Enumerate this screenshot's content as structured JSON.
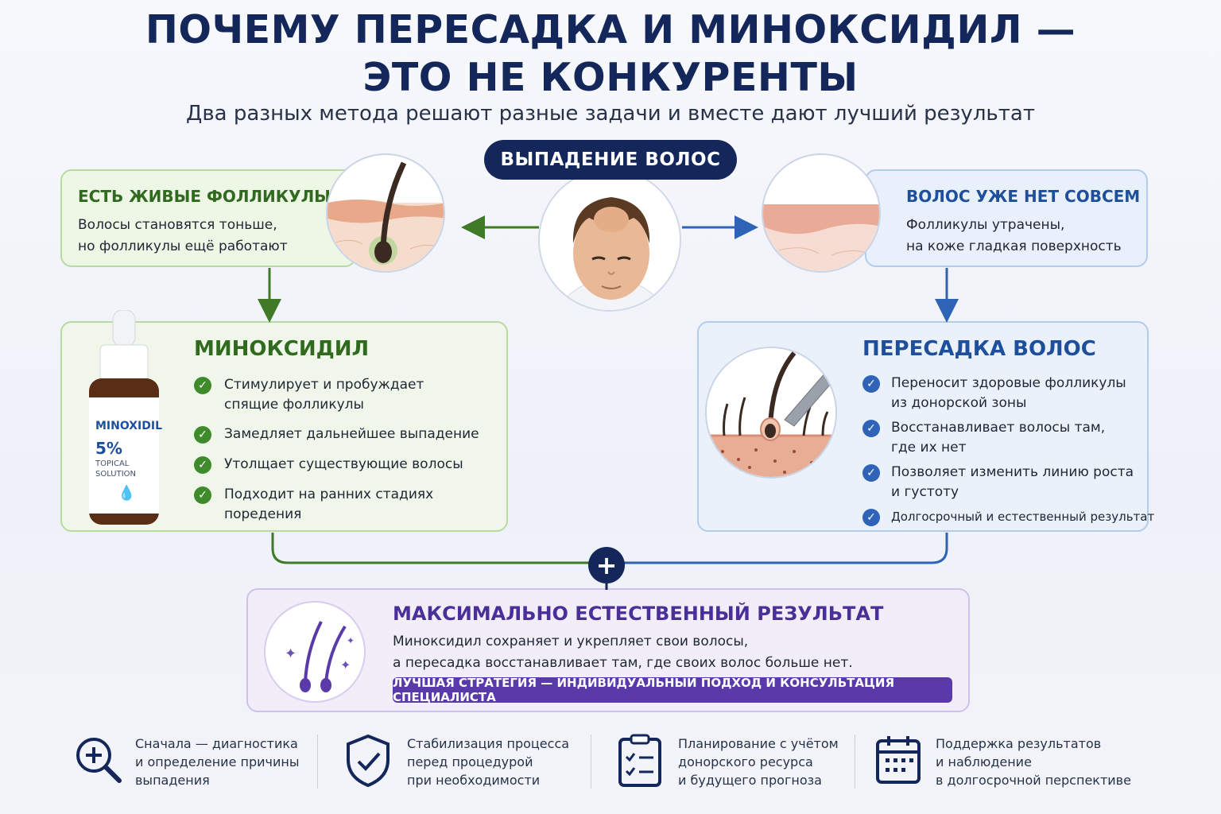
{
  "header": {
    "title_line1": "ПОЧЕМУ ПЕРЕСАДКА И МИНОКСИДИЛ —",
    "title_line2": "ЭТО НЕ КОНКУРЕНТЫ",
    "subtitle": "Два разных метода решают разные задачи и вместе дают лучший результат"
  },
  "center": {
    "pill": "ВЫПАДЕНИЕ ВОЛОС"
  },
  "left_small": {
    "title": "ЕСТЬ ЖИВЫЕ ФОЛЛИКУЛЫ",
    "line1": "Волосы становятся тоньше,",
    "line2": "но фолликулы ещё работают"
  },
  "right_small": {
    "title": "ВОЛОС УЖЕ НЕТ СОВСЕМ",
    "line1": "Фолликулы утрачены,",
    "line2": "на коже гладкая поверхность"
  },
  "minoxidil": {
    "title": "МИНОКСИДИЛ",
    "bottle": {
      "brand": "MINOXIDIL",
      "strength": "5%",
      "type1": "TOPICAL",
      "type2": "SOLUTION"
    },
    "items": [
      {
        "l1": "Стимулирует и пробуждает",
        "l2": "спящие фолликулы"
      },
      {
        "l1": "Замедляет дальнейшее выпадение",
        "l2": ""
      },
      {
        "l1": "Утолщает существующие волосы",
        "l2": ""
      },
      {
        "l1": "Подходит на ранних стадиях",
        "l2": "поредения"
      }
    ]
  },
  "transplant": {
    "title": "ПЕРЕСАДКА ВОЛОС",
    "items": [
      {
        "l1": "Переносит здоровые фолликулы",
        "l2": "из донорской зоны"
      },
      {
        "l1": "Восстанавливает волосы там,",
        "l2": "где их нет"
      },
      {
        "l1": "Позволяет изменить линию роста",
        "l2": "и густоту"
      },
      {
        "l1": "Долгосрочный и естественный результат",
        "l2": ""
      }
    ]
  },
  "combine": {
    "symbol": "+"
  },
  "result": {
    "title": "МАКСИМАЛЬНО ЕСТЕСТВЕННЫЙ РЕЗУЛЬТАТ",
    "line1": "Миноксидил сохраняет и укрепляет свои волосы,",
    "line2": "а пересадка восстанавливает там, где своих волос больше нет.",
    "bar": "ЛУЧШАЯ СТРАТЕГИЯ — ИНДИВИДУАЛЬНЫЙ ПОДХОД И КОНСУЛЬТАЦИЯ СПЕЦИАЛИСТА"
  },
  "footer": [
    {
      "icon": "magnifier-plus-icon",
      "l1": "Сначала — диагностика",
      "l2": "и определение причины",
      "l3": "выпадения"
    },
    {
      "icon": "shield-check-icon",
      "l1": "Стабилизация процесса",
      "l2": "перед процедурой",
      "l3": "при необходимости"
    },
    {
      "icon": "checklist-icon",
      "l1": "Планирование с учётом",
      "l2": "донорского ресурса",
      "l3": "и будущего прогноза"
    },
    {
      "icon": "calendar-icon",
      "l1": "Поддержка результатов",
      "l2": "и наблюдение",
      "l3": "в долгосрочной перспективе"
    }
  ],
  "colors": {
    "navy": "#13275a",
    "green": "#3f8a2a",
    "blue": "#2f63b7",
    "purple": "#5a3aa8"
  }
}
